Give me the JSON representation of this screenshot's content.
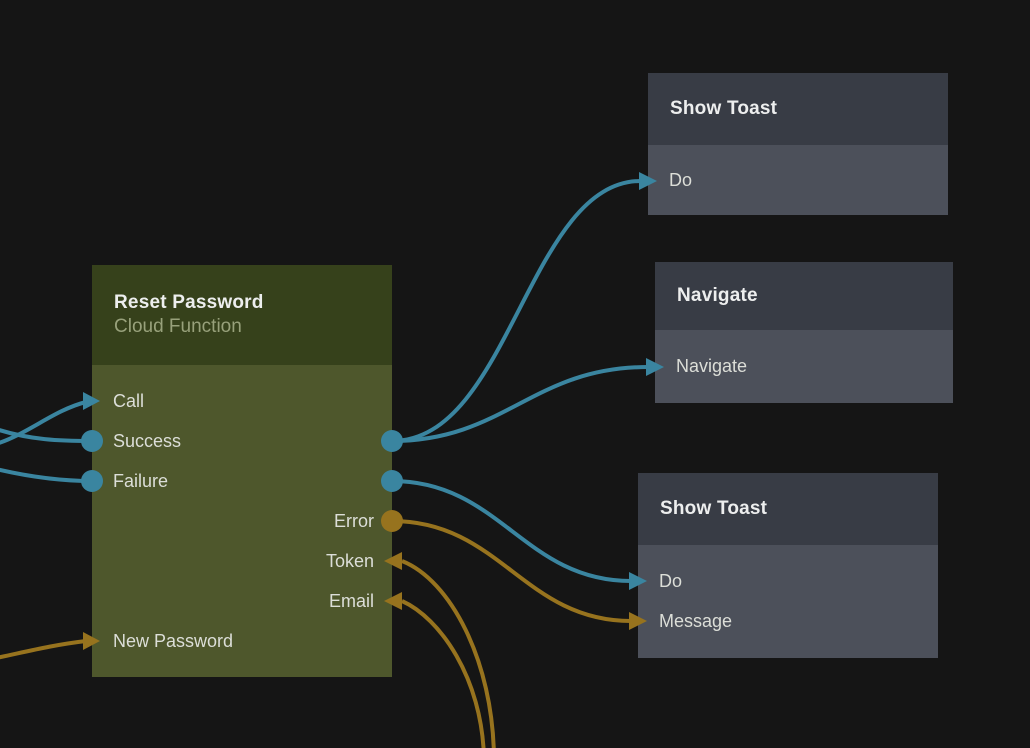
{
  "editor": {
    "description": "Node-graph action flow editor canvas"
  },
  "colors": {
    "bg": "#151515",
    "exec_wire": "#3a85a0",
    "data_wire": "#97731e",
    "green_header": "#36411b",
    "green_body": "#4e572c",
    "gray_header": "#383c45",
    "gray_body": "#4c505a",
    "title_text": "#edeeee",
    "subtitle_text": "#98a17b",
    "port_text": "#dcded8"
  },
  "nodes": {
    "reset_password": {
      "title": "Reset Password",
      "subtitle": "Cloud Function",
      "ports": {
        "call": "Call",
        "success": "Success",
        "failure": "Failure",
        "error": "Error",
        "token": "Token",
        "email": "Email",
        "new_password": "New Password"
      }
    },
    "show_toast_top": {
      "title": "Show Toast",
      "ports": {
        "do": "Do"
      }
    },
    "navigate": {
      "title": "Navigate",
      "ports": {
        "navigate": "Navigate"
      }
    },
    "show_toast_bottom": {
      "title": "Show Toast",
      "ports": {
        "do": "Do",
        "message": "Message"
      }
    }
  }
}
